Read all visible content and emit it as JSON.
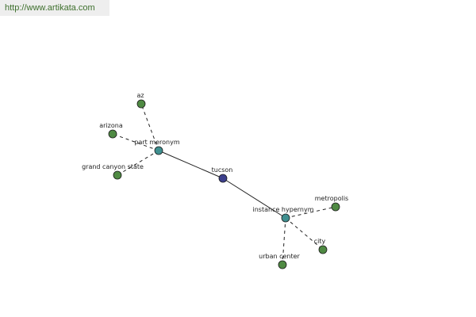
{
  "banner": {
    "url": "http://www.artikata.com"
  },
  "colors": {
    "leaf": "#4f8a43",
    "relation": "#3f8f8f",
    "center": "#3c3f8c",
    "edge": "#222222"
  },
  "graph": {
    "nodes": [
      {
        "id": "tucson",
        "label": "tucson",
        "kind": "center"
      },
      {
        "id": "part-meronym",
        "label": "part meronym",
        "kind": "relation"
      },
      {
        "id": "instance-hypernym",
        "label": "instance hypernym",
        "kind": "relation"
      },
      {
        "id": "az",
        "label": "az",
        "kind": "leaf"
      },
      {
        "id": "arizona",
        "label": "arizona",
        "kind": "leaf"
      },
      {
        "id": "grand-canyon-state",
        "label": "grand canyon state",
        "kind": "leaf"
      },
      {
        "id": "metropolis",
        "label": "metropolis",
        "kind": "leaf"
      },
      {
        "id": "city",
        "label": "city",
        "kind": "leaf"
      },
      {
        "id": "urban-center",
        "label": "urban center",
        "kind": "leaf"
      }
    ],
    "edges": [
      {
        "from": "tucson",
        "to": "part-meronym",
        "style": "solid"
      },
      {
        "from": "tucson",
        "to": "instance-hypernym",
        "style": "solid"
      },
      {
        "from": "part-meronym",
        "to": "az",
        "style": "dashed"
      },
      {
        "from": "part-meronym",
        "to": "arizona",
        "style": "dashed"
      },
      {
        "from": "part-meronym",
        "to": "grand-canyon-state",
        "style": "dashed"
      },
      {
        "from": "instance-hypernym",
        "to": "metropolis",
        "style": "dashed"
      },
      {
        "from": "instance-hypernym",
        "to": "city",
        "style": "dashed"
      },
      {
        "from": "instance-hypernym",
        "to": "urban-center",
        "style": "dashed"
      }
    ]
  }
}
